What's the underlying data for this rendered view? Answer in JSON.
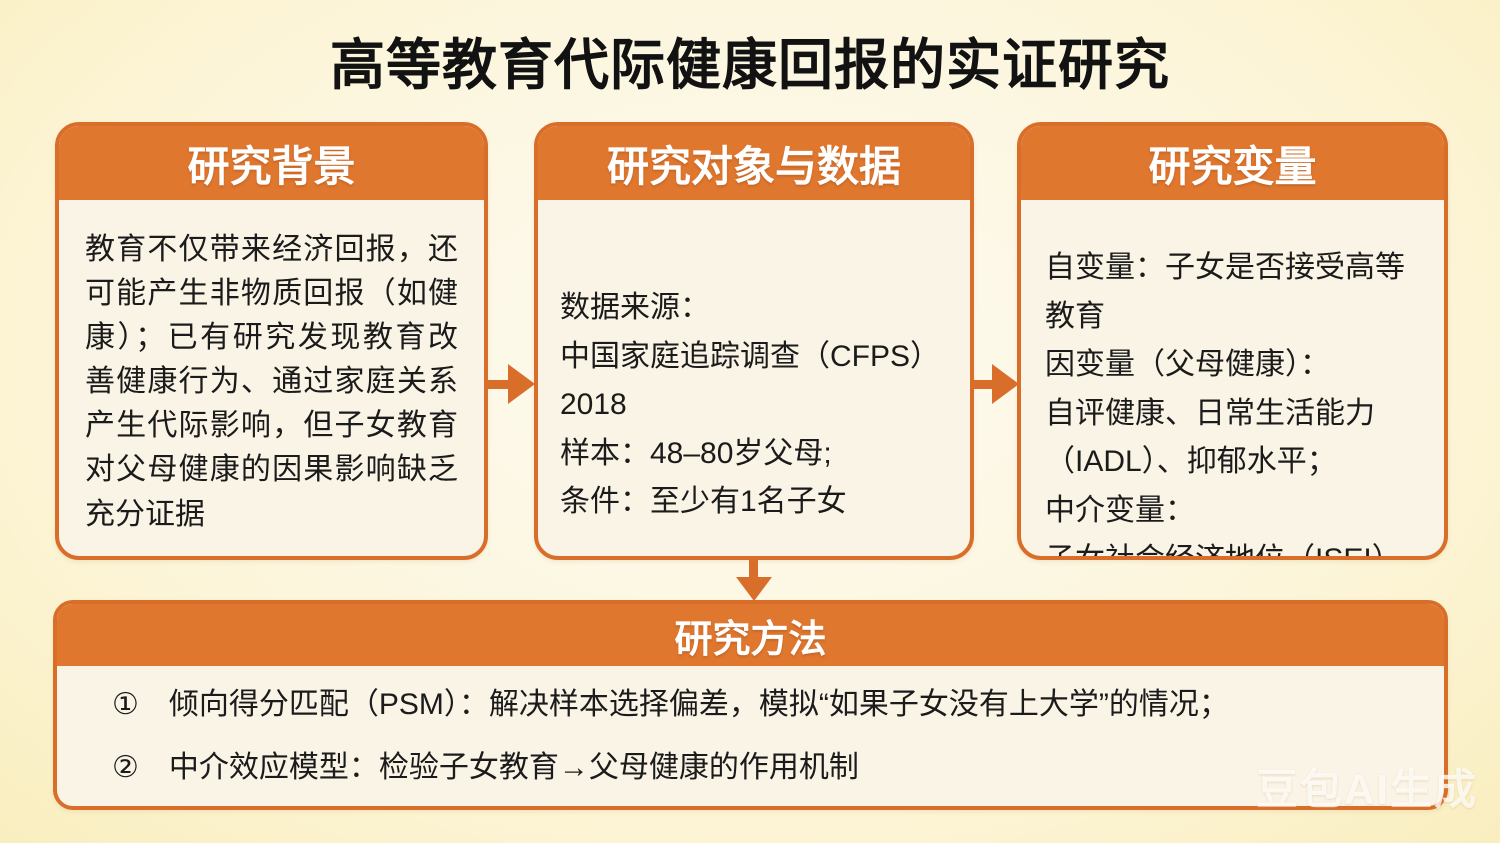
{
  "title": "高等教育代际健康回报的实证研究",
  "sections": {
    "background": {
      "header": "研究背景",
      "body": "教育不仅带来经济回报，还可能产生非物质回报（如健康）；已有研究发现教育改善健康行为、通过家庭关系产生代际影响，但子女教育对父母健康的因果影响缺乏充分证据"
    },
    "data": {
      "header": "研究对象与数据",
      "lines": [
        "数据来源：",
        "中国家庭追踪调查（CFPS）2018",
        "样本：48–80岁父母;",
        "条件：至少有1名子女"
      ]
    },
    "variables": {
      "header": "研究变量",
      "lines": [
        "自变量：子女是否接受高等教育",
        "因变量（父母健康）：",
        "自评健康、日常生活能力",
        "（IADL）、抑郁水平；",
        "中介变量：",
        "子女社会经济地位（ISEI）"
      ]
    },
    "methods": {
      "header": "研究方法",
      "items": [
        "①　倾向得分匹配（PSM）：解决样本选择偏差，模拟“如果子女没有上大学”的情况；",
        "②　中介效应模型：检验子女教育→父母健康的作用机制"
      ]
    }
  },
  "watermark": "豆包AI生成",
  "colors": {
    "accent_orange": "#E0772F",
    "border_orange": "#D96E2B",
    "panel_cream": "#FAF4E6",
    "background_yellow": "#FBF2CC",
    "text_dark": "#1B1B1B",
    "header_text": "#FFFFFF"
  }
}
